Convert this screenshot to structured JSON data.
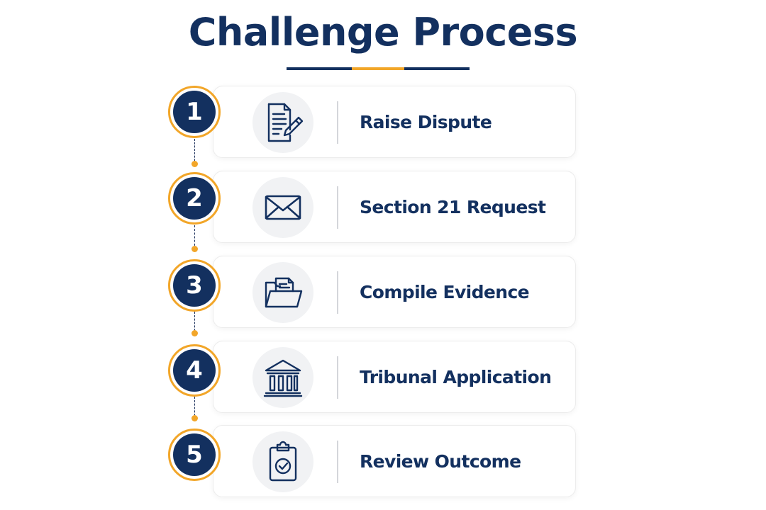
{
  "title": "Challenge Process",
  "colors": {
    "navy": "#13305f",
    "accent": "#f2a629",
    "icon_bg": "#f1f2f4",
    "card_border": "#ececec"
  },
  "steps": [
    {
      "number": "1",
      "label": "Raise Dispute",
      "icon": "document-edit-icon"
    },
    {
      "number": "2",
      "label": "Section 21 Request",
      "icon": "envelope-icon"
    },
    {
      "number": "3",
      "label": "Compile Evidence",
      "icon": "folder-icon"
    },
    {
      "number": "4",
      "label": "Tribunal Application",
      "icon": "courthouse-icon"
    },
    {
      "number": "5",
      "label": "Review Outcome",
      "icon": "clipboard-check-icon"
    }
  ]
}
